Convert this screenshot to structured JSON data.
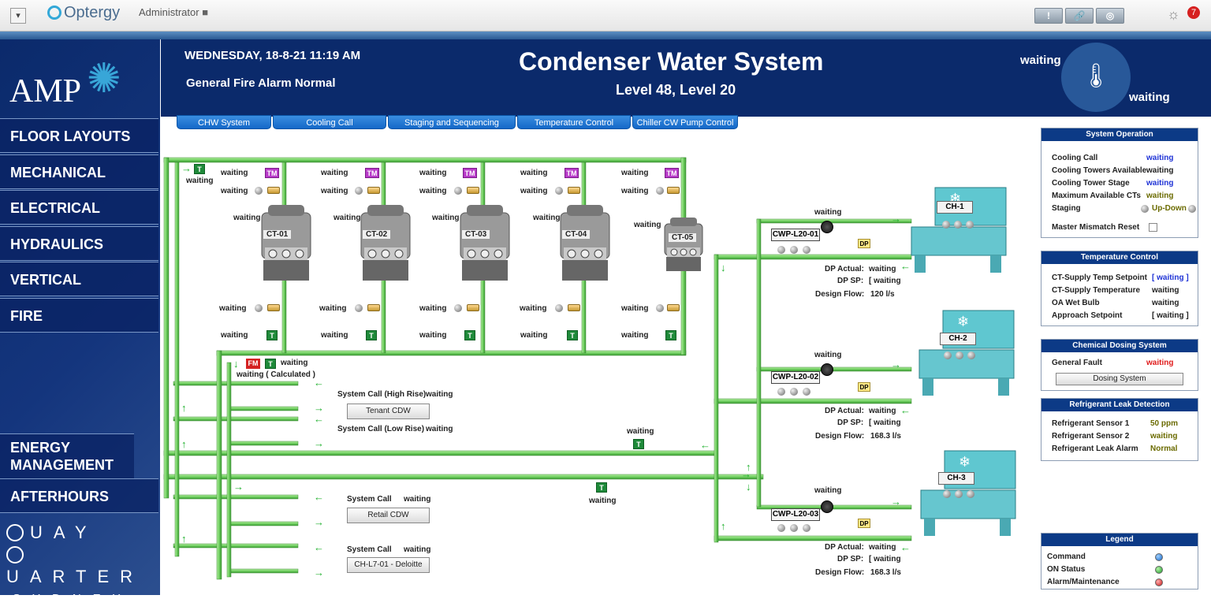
{
  "topbar": {
    "brand": "Optergy",
    "user": "Administrator",
    "alarm_count": "7",
    "buttons": [
      {
        "label": "!"
      },
      {
        "label": "🔗"
      },
      {
        "label": "◎"
      }
    ]
  },
  "sidebar": {
    "logo": "AMP",
    "items": [
      "FLOOR LAYOUTS",
      "MECHANICAL",
      "ELECTRICAL",
      "HYDRAULICS",
      "VERTICAL",
      "FIRE"
    ],
    "energy": "ENERGY MANAGEMENT",
    "afterhours": "AFTERHOURS",
    "quay": [
      "UAY",
      "UARTER"
    ],
    "sydney": "SYDNEY"
  },
  "header": {
    "date": "WEDNESDAY, 18-8-21 11:19 AM",
    "fire_alarm": "General Fire Alarm  Normal",
    "title": "Condenser Water System",
    "subtitle": "Level 48, Level 20",
    "weather_1": "waiting",
    "weather_2": "waiting"
  },
  "tabs": [
    "CHW System",
    "Cooling Call",
    "Staging and Sequencing",
    "Temperature Control",
    "Chiller CW Pump Control"
  ],
  "panels": {
    "system_operation": {
      "title": "System Operation",
      "rows": [
        {
          "label": "Cooling Call",
          "value": "waiting"
        },
        {
          "label": "Cooling Towers Available",
          "value": "waiting"
        },
        {
          "label": "Cooling Tower Stage",
          "value": "waiting"
        },
        {
          "label": "Maximum Available CTs",
          "value": "waiting"
        },
        {
          "label": "Staging",
          "value": "Up-Down"
        }
      ],
      "reset": "Master Mismatch Reset"
    },
    "temperature_control": {
      "title": "Temperature Control",
      "rows": [
        {
          "label": "CT-Supply Temp Setpoint",
          "value": "[ waiting ]"
        },
        {
          "label": "CT-Supply Temperature",
          "value": "waiting"
        },
        {
          "label": "OA Wet Bulb",
          "value": "waiting"
        },
        {
          "label": "Approach Setpoint",
          "value": "[ waiting ]"
        }
      ]
    },
    "chemical": {
      "title": "Chemical Dosing System",
      "fault_label": "General Fault",
      "fault_value": "waiting",
      "button": "Dosing System"
    },
    "refrigerant": {
      "title": "Refrigerant Leak Detection",
      "rows": [
        {
          "label": "Refrigerant Sensor 1",
          "value": "50 ppm"
        },
        {
          "label": "Refrigerant Sensor 2",
          "value": "waiting"
        },
        {
          "label": "Refrigerant Leak Alarm",
          "value": "Normal"
        }
      ]
    },
    "legend": {
      "title": "Legend",
      "rows": [
        "Command",
        "ON Status",
        "Alarm/Maintenance"
      ]
    }
  },
  "towers": [
    {
      "name": "CT-01",
      "top": "waiting",
      "top_status": "waiting",
      "fan": "waiting",
      "bottom": "waiting",
      "bottom_t": "waiting"
    },
    {
      "name": "CT-02",
      "top": "waiting",
      "top_status": "waiting",
      "fan": "waiting",
      "bottom": "waiting",
      "bottom_t": "waiting"
    },
    {
      "name": "CT-03",
      "top": "waiting",
      "top_status": "waiting",
      "fan": "waiting",
      "bottom": "waiting",
      "bottom_t": "waiting"
    },
    {
      "name": "CT-04",
      "top": "waiting",
      "top_status": "waiting",
      "fan": "waiting",
      "bottom": "waiting",
      "bottom_t": "waiting"
    },
    {
      "name": "CT-05",
      "top": "waiting",
      "top_status": "waiting",
      "fan": "waiting",
      "bottom": "waiting",
      "bottom_t": "waiting"
    }
  ],
  "tower_labels": {
    "tm": "TM",
    "t": "T",
    "fm": "FM"
  },
  "header_main": {
    "t_value": "waiting",
    "fm_value": "waiting",
    "calculated": "waiting ( Calculated )"
  },
  "system_calls": {
    "high": {
      "label": "System Call (High Rise)",
      "value": "waiting"
    },
    "low": {
      "label": "System Call (Low Rise)",
      "value": "waiting"
    },
    "tenant": "Tenant CDW",
    "retail_label": "System Call",
    "retail_value": "waiting",
    "retail_btn": "Retail CDW",
    "deloitte_label": "System Call",
    "deloitte_value": "waiting",
    "deloitte_btn": "CH-L7-01 - Deloitte"
  },
  "mid_temps": [
    "waiting",
    "waiting"
  ],
  "pumps": [
    {
      "name": "CWP-L20-01",
      "status": "waiting",
      "dp_actual_label": "DP Actual:",
      "dp_actual": "waiting",
      "dp_sp_label": "DP SP:",
      "dp_sp": "[ waiting",
      "flow_label": "Design Flow:",
      "flow": "120 l/s",
      "chiller": "CH-1"
    },
    {
      "name": "CWP-L20-02",
      "status": "waiting",
      "dp_actual_label": "DP Actual:",
      "dp_actual": "waiting",
      "dp_sp_label": "DP SP:",
      "dp_sp": "[ waiting",
      "flow_label": "Design Flow:",
      "flow": "168.3 l/s",
      "chiller": "CH-2"
    },
    {
      "name": "CWP-L20-03",
      "status": "waiting",
      "dp_actual_label": "DP Actual:",
      "dp_actual": "waiting",
      "dp_sp_label": "DP SP:",
      "dp_sp": "[ waiting",
      "flow_label": "Design Flow:",
      "flow": "168.3 l/s",
      "chiller": "CH-3"
    }
  ],
  "dp_tag": "DP",
  "colors": {
    "navy": "#0b2a6b",
    "pipe": "#7ed46e",
    "pipe_edge": "#3a8a33",
    "value_blue": "#1f33d6",
    "alarm_red": "#e01b1b"
  }
}
